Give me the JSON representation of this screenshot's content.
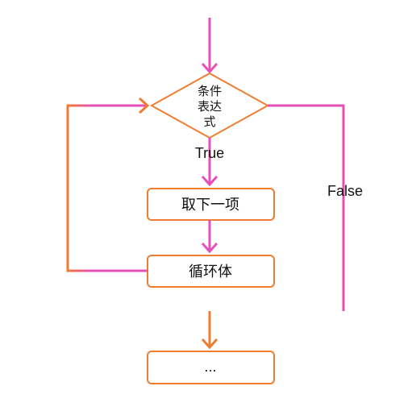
{
  "diagram": {
    "condition": {
      "lines": [
        "条件",
        "表达",
        "式"
      ]
    },
    "label_true": "True",
    "label_false": "False",
    "step_next_item": "取下一项",
    "step_loop_body": "循环体",
    "step_after": "..."
  },
  "colors": {
    "box_stroke": "#ee7d31",
    "pink": "#e64fb9",
    "orange": "#ee7d31",
    "text": "#111111"
  }
}
